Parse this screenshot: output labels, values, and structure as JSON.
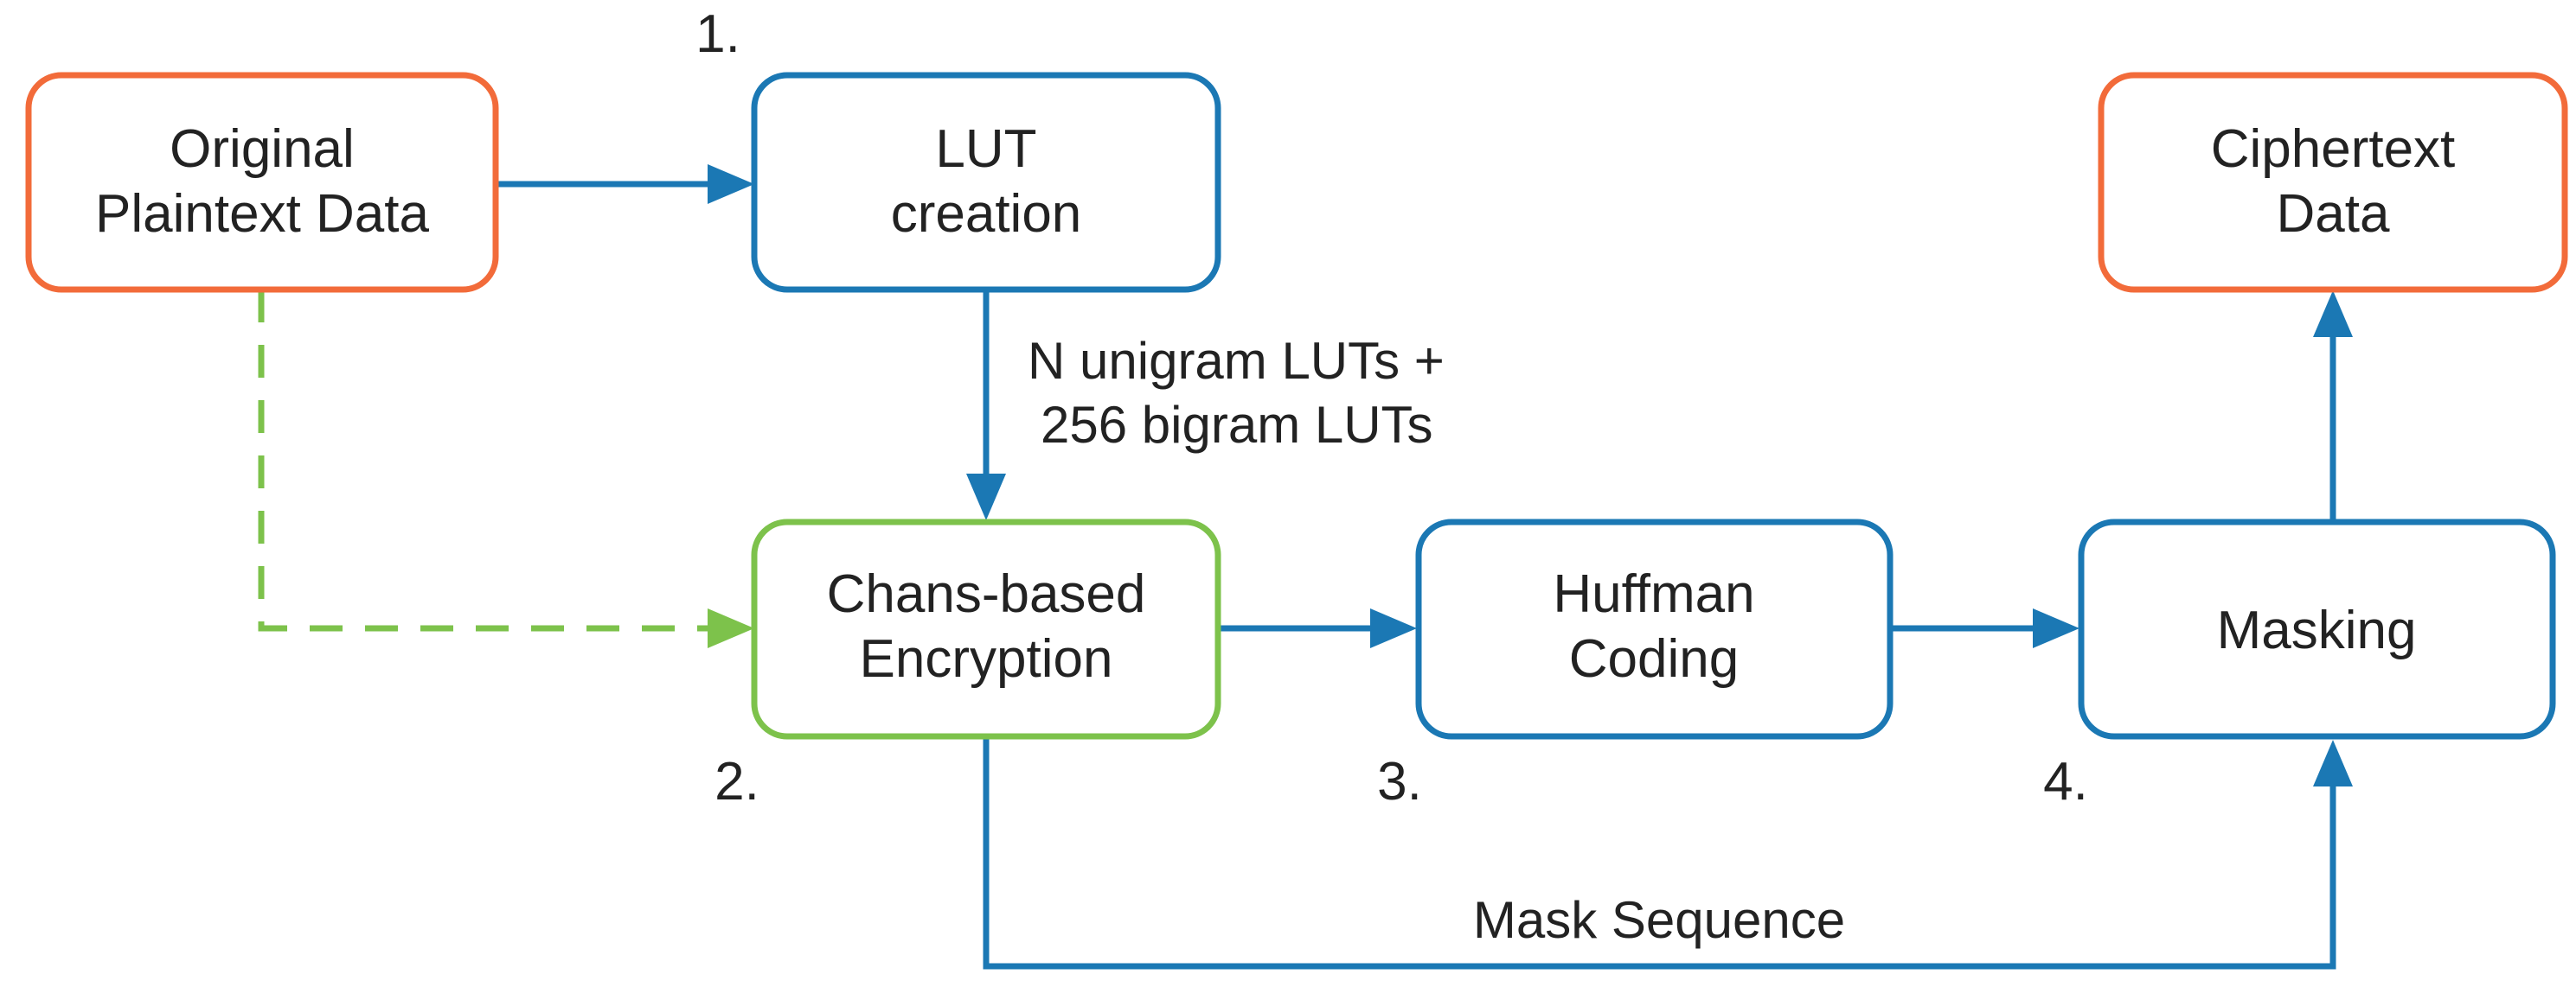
{
  "colors": {
    "terminal": "#F26B3A",
    "process": "#1B78B4",
    "encryption": "#7DC24B",
    "dashed": "#7DC24B",
    "text": "#222222"
  },
  "nodes": {
    "plaintext": {
      "line1": "Original",
      "line2": "Plaintext Data"
    },
    "lut": {
      "line1": "LUT",
      "line2": "creation"
    },
    "ciphertext": {
      "line1": "Ciphertext",
      "line2": "Data"
    },
    "chans": {
      "line1": "Chans-based",
      "line2": "Encryption"
    },
    "huffman": {
      "line1": "Huffman",
      "line2": "Coding"
    },
    "masking": {
      "line1": "Masking"
    }
  },
  "steps": {
    "step1": "1.",
    "step2": "2.",
    "step3": "3.",
    "step4": "4."
  },
  "edges": {
    "lut_output_line1": "N unigram LUTs +",
    "lut_output_line2": "256 bigram LUTs",
    "mask_sequence": "Mask Sequence"
  }
}
